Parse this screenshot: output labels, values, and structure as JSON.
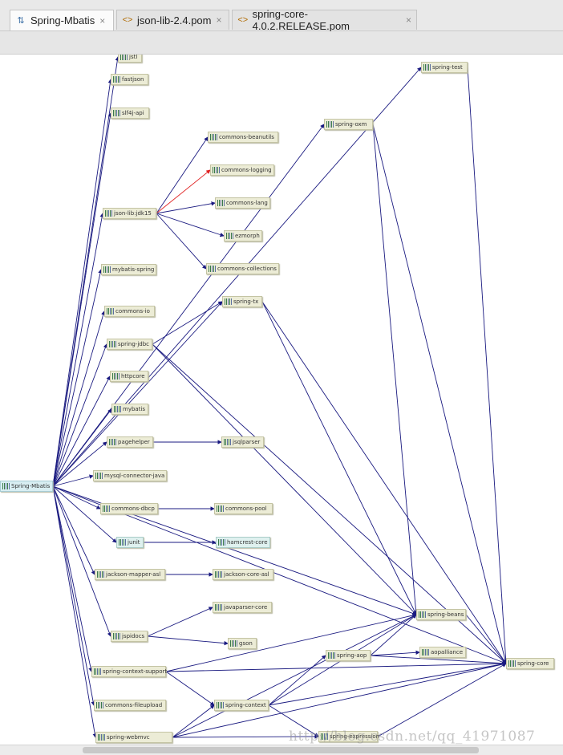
{
  "tabs": [
    {
      "label": "Spring-Mbatis",
      "icon": "diagram-icon",
      "active": true
    },
    {
      "label": "json-lib-2.4.pom",
      "icon": "maven-pom-icon",
      "active": false
    },
    {
      "label": "spring-core-4.0.2.RELEASE.pom",
      "icon": "maven-pom-icon",
      "active": false
    }
  ],
  "close_glyph": "×",
  "colors": {
    "edge": "#1a1a80",
    "conflict_edge": "#e02020",
    "node_bg": "#ececd6",
    "node_test_bg": "#dff1ef",
    "root_bg": "#d8eef2"
  },
  "graph": {
    "root": "Spring-Mbatis",
    "nodes": [
      "jstl",
      "fastjson",
      "slf4j-api",
      "json-lib:jdk15",
      "commons-beanutils",
      "commons-logging",
      "commons-lang",
      "ezmorph",
      "commons-collections",
      "mybatis-spring",
      "commons-io",
      "spring-jdbc",
      "spring-tx",
      "httpcore",
      "mybatis",
      "pagehelper",
      "jsqlparser",
      "mysql-connector-java",
      "commons-dbcp",
      "commons-pool",
      "junit",
      "hamcrest-core",
      "jackson-mapper-asl",
      "jackson-core-asl",
      "jspidocs",
      "javaparser-core",
      "gson",
      "spring-context-support",
      "commons-fileupload",
      "spring-webmvc",
      "spring-test",
      "spring-oxm",
      "spring-beans",
      "aopalliance",
      "spring-aop",
      "spring-context",
      "spring-expression",
      "spring-core"
    ]
  },
  "watermark": "http://blog.csdn.net/qq_41971087"
}
